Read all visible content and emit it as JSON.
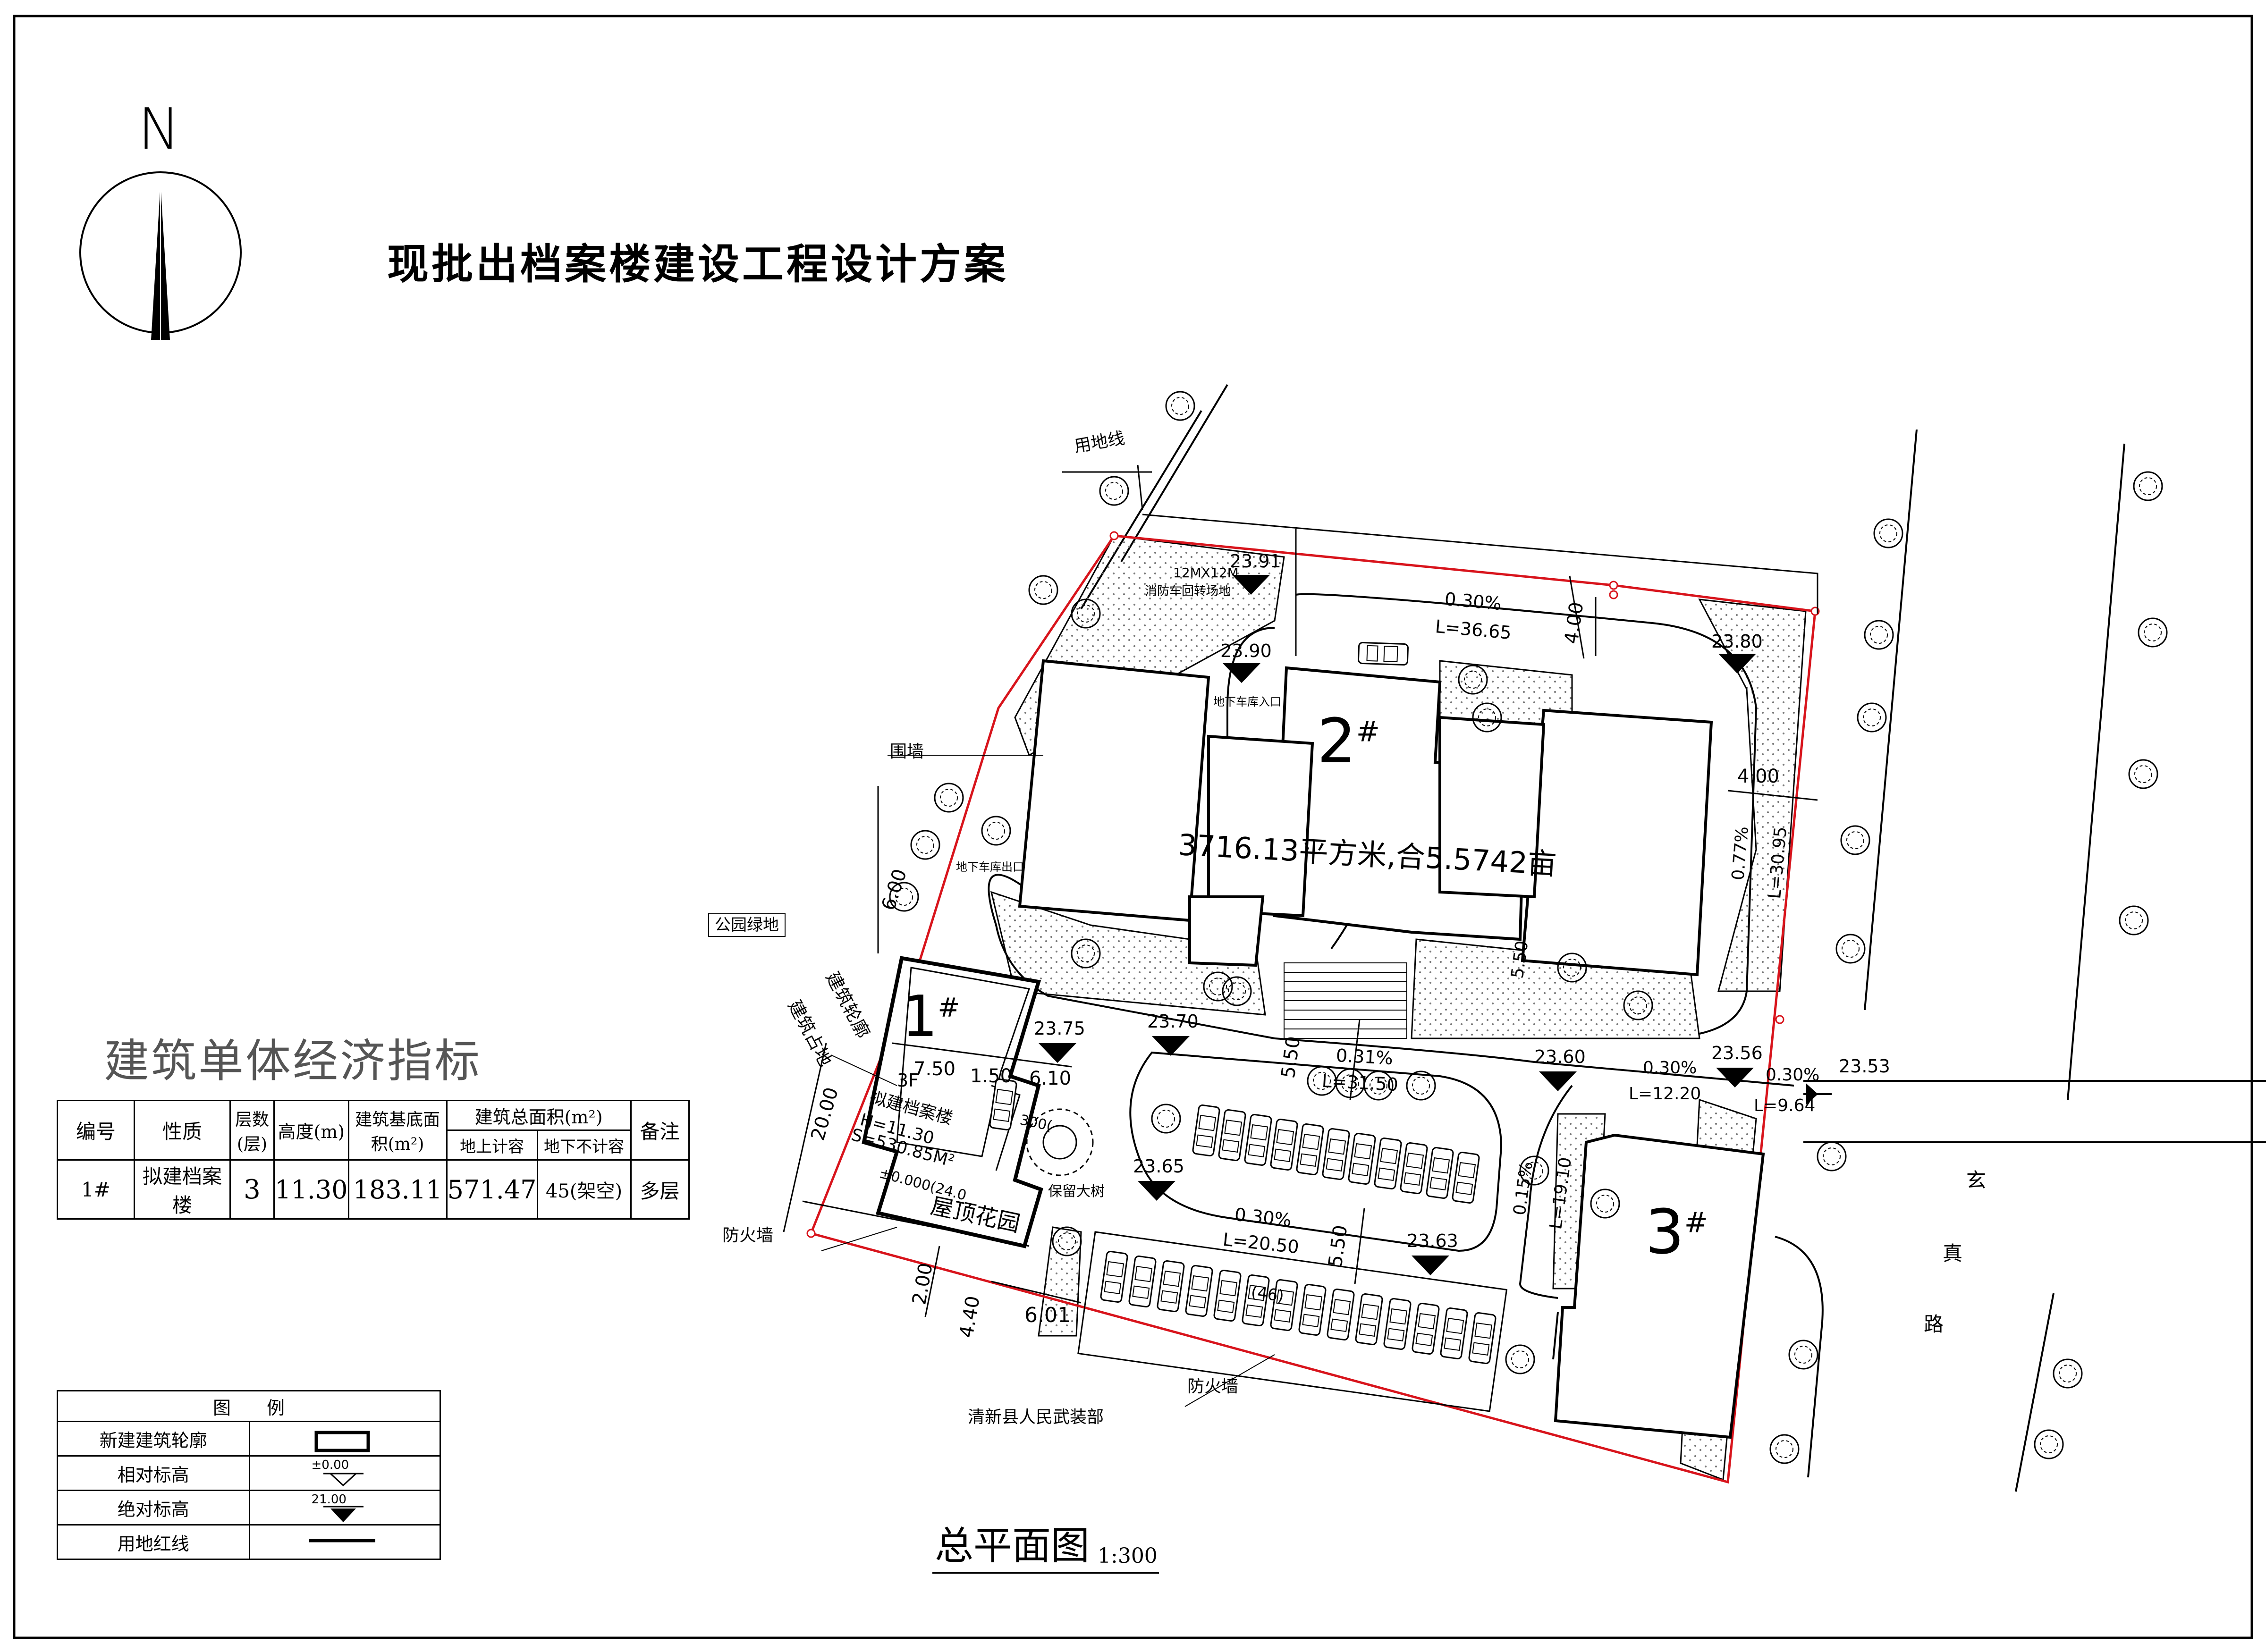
{
  "title": "现批出档案楼建设工程设计方案",
  "north": "N",
  "plan": {
    "title": "总平面图",
    "scale": "1:300",
    "area_text": "3716.13平方米,合5.5742亩",
    "buildings": {
      "b1": "1",
      "b2": "2",
      "b3": "3",
      "mark": "#"
    },
    "labels": {
      "land_line": "用地线",
      "turn_area_1": "12MX12M",
      "turn_area_2": "消防车回转场地",
      "basement_entry": "地下车库入口",
      "basement_exit": "地下车库出口",
      "fence": "围墙",
      "park_green": "公园绿地",
      "building_outline": "建筑轮廓",
      "building_footprint": "建筑占地",
      "firewall_1": "防火墙",
      "firewall_2": "防火墙",
      "neighbor": "清新县人民武装部",
      "road_1": "玄",
      "road_2": "真",
      "road_3": "路",
      "floors": "3F",
      "b1_name": "拟建档案楼",
      "b1_h": "H=11.30",
      "b1_s": "S=530.85M²",
      "zero_level": "±0.000(24.0",
      "roof_garden": "屋顶花园",
      "keep_tree": "保留大树",
      "parking_count": "300(",
      "parking_mid": "(46)"
    },
    "elevations": [
      "23.91",
      "23.90",
      "23.80",
      "23.75",
      "23.70",
      "23.60",
      "23.56",
      "23.53",
      "23.63",
      "23.65"
    ],
    "slopes": {
      "s1": "0.30%",
      "l1": "L=36.65",
      "s2": "0.77%",
      "l2": "L=30.95",
      "s3": "0.31%",
      "l3": "L=31.50",
      "s4": "0.30%",
      "l4": "L=12.20",
      "s5": "0.30%",
      "l5": "L=9.64",
      "s6": "0.30%",
      "l6": "L=20.50",
      "s7": "0.15%",
      "l7": "L=19.10"
    },
    "dims": {
      "d400a": "4.00",
      "d400b": "4.00",
      "d600": "6.00",
      "d750": "7.50",
      "d150": "1.50",
      "d610": "6.10",
      "d550a": "5.50",
      "d550b": "5.50",
      "d2000": "20.00",
      "d200": "2.00",
      "d440": "4.40",
      "d601": "6.01",
      "d550c": "5.50"
    }
  },
  "econ": {
    "title": "建筑单体经济指标",
    "headers": {
      "no": "编号",
      "nature": "性质",
      "floors": "层数(层)",
      "height": "高度(m)",
      "base_area": "建筑基底面积(m²)",
      "total_area": "建筑总面积(m²)",
      "above": "地上计容",
      "below": "地下不计容",
      "remark": "备注"
    },
    "row": {
      "no": "1#",
      "nature": "拟建档案楼",
      "floors": "3",
      "height": "11.30",
      "base_area": "183.11",
      "above": "571.47",
      "below": "45(架空)",
      "remark": "多层"
    }
  },
  "legend": {
    "title": "图　　例",
    "items": [
      {
        "label": "新建建筑轮廓"
      },
      {
        "label": "相对标高",
        "sym": "±0.00"
      },
      {
        "label": "绝对标高",
        "sym": "21.00"
      },
      {
        "label": "用地红线"
      }
    ]
  },
  "colors": {
    "red_line": "#d8141c",
    "line": "#000000",
    "hatch": "#888888"
  }
}
